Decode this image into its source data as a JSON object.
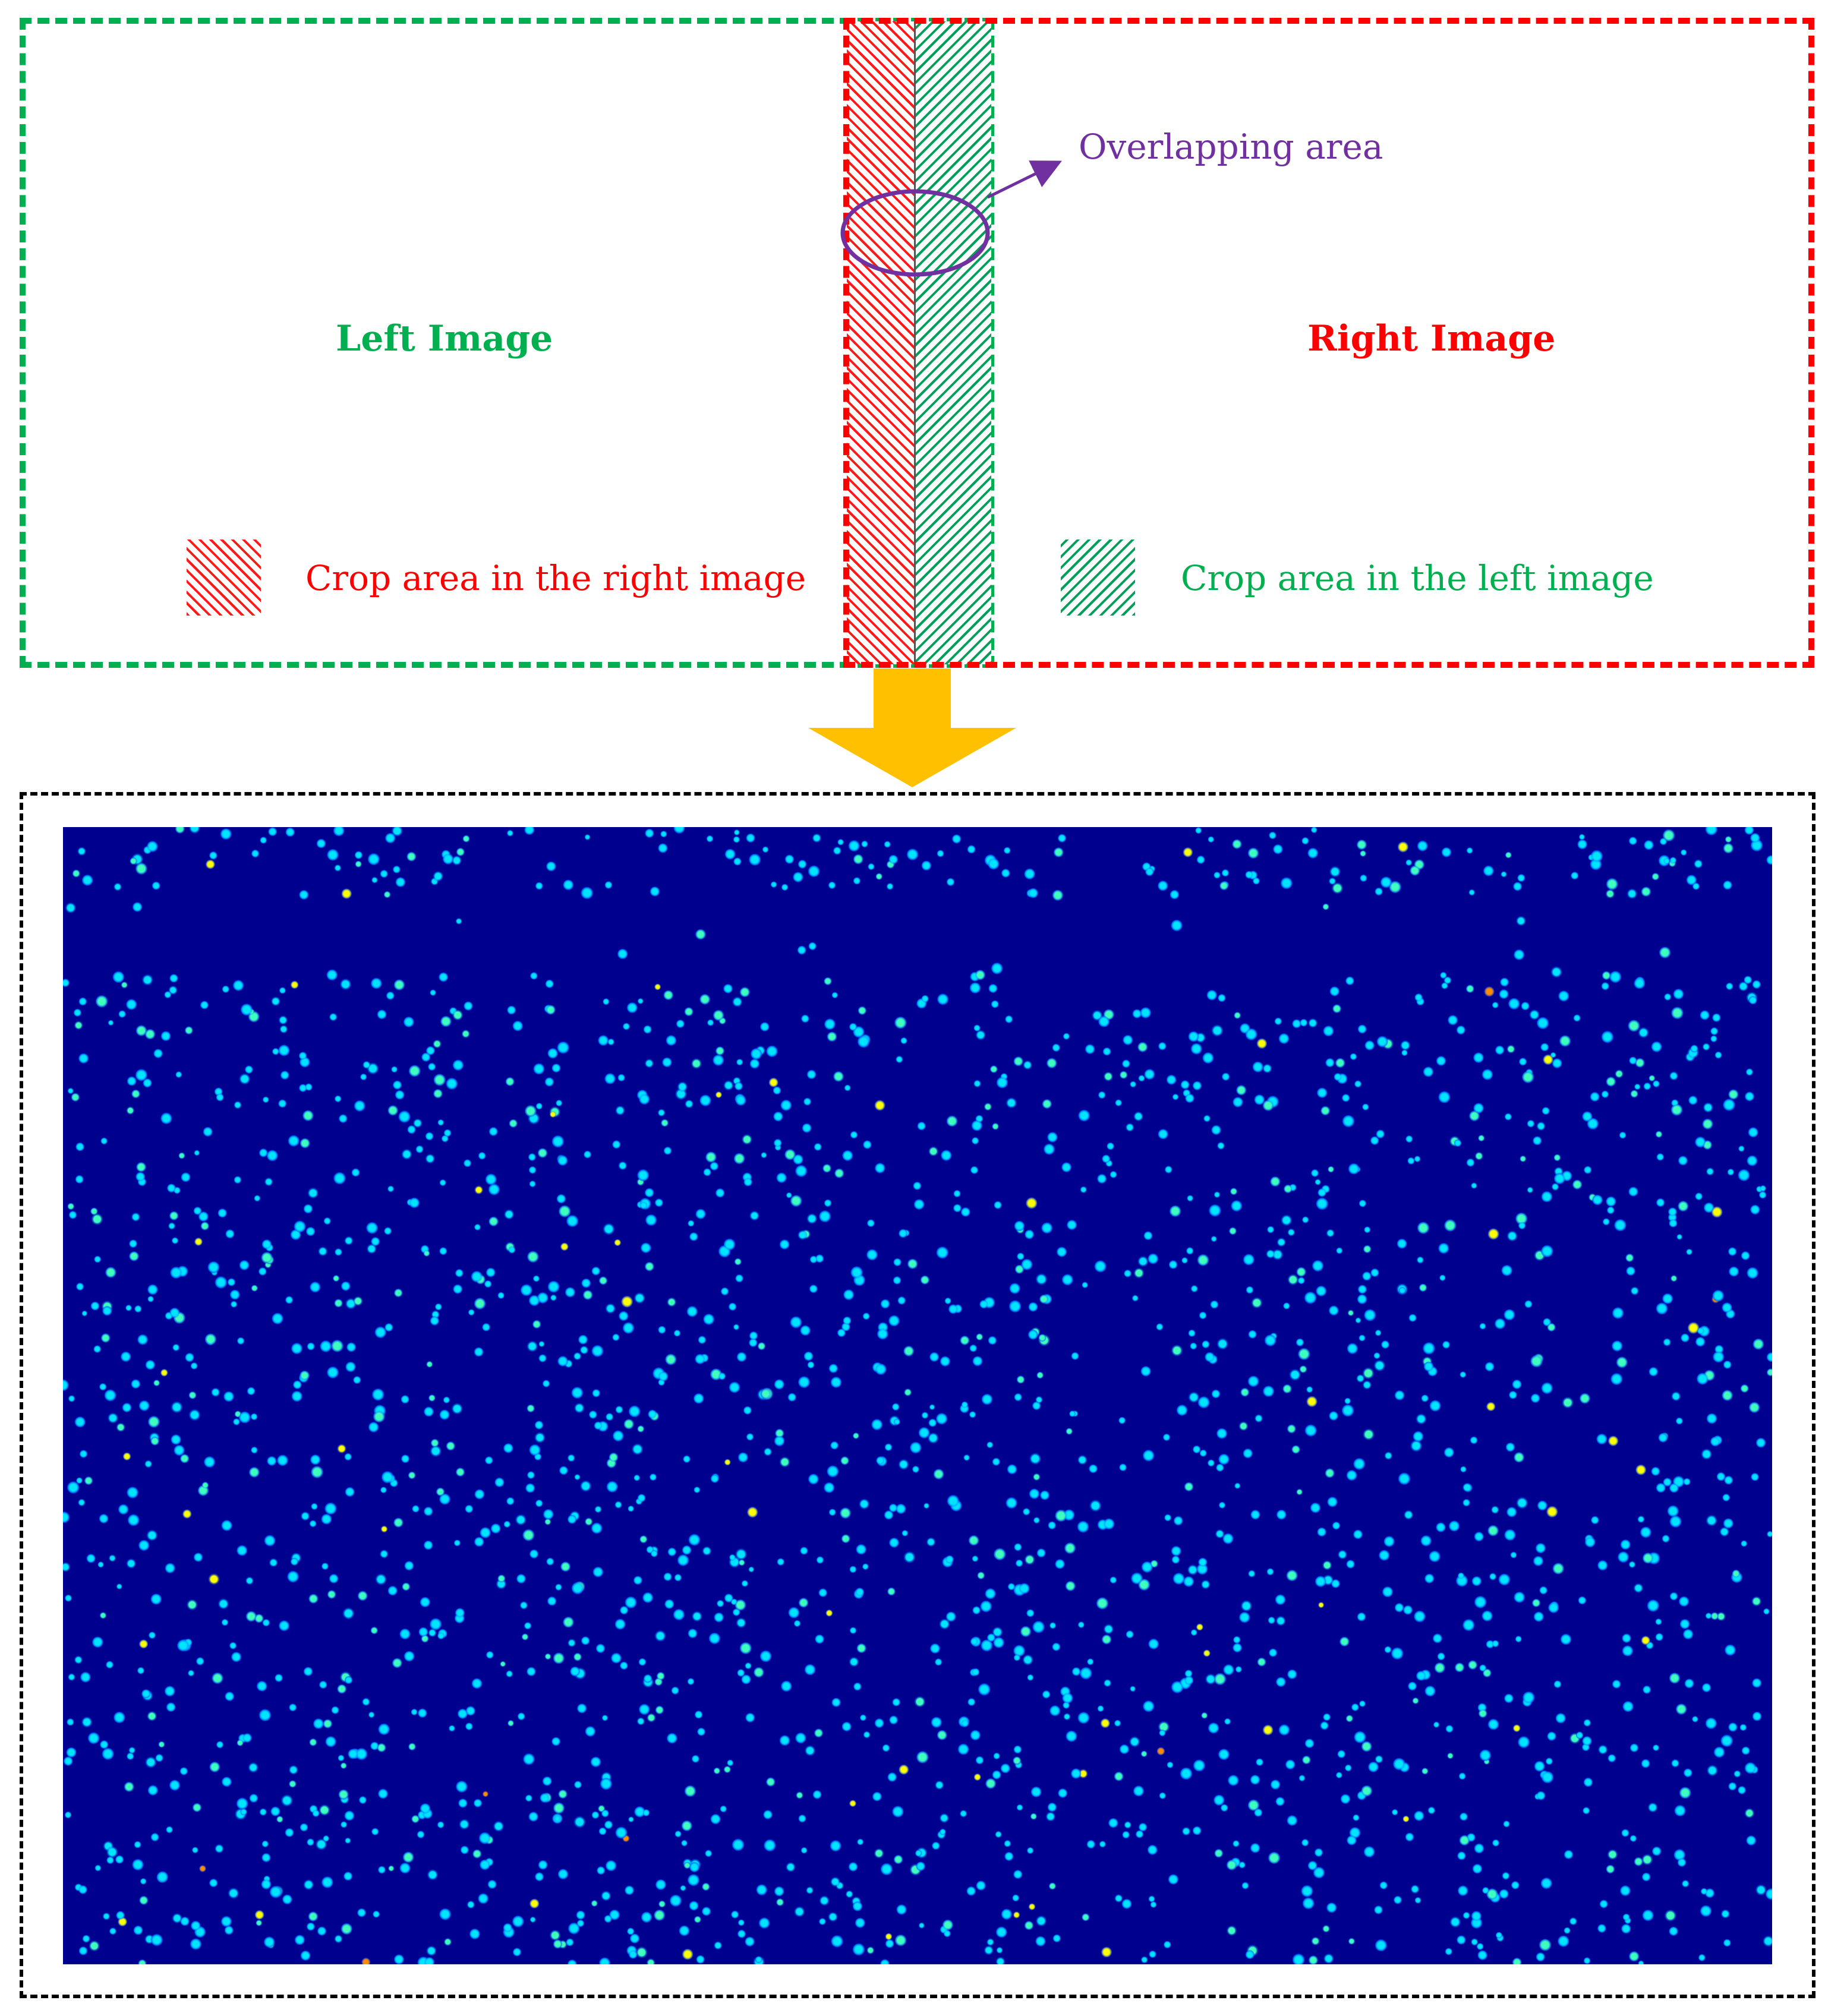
{
  "top_diagram": {
    "left_image_title": "Left Image",
    "right_image_title": "Right Image",
    "overlap_label": "Overlapping area",
    "legend": {
      "red_crop_label": "Crop area in the right image",
      "green_crop_label": "Crop area in the left image"
    }
  },
  "colors": {
    "left_image": "#00b050",
    "right_image": "#ff0000",
    "overlap_marker": "#7030a0",
    "flow_arrow": "#ffc000",
    "result_frame": "#000000",
    "heatmap_background": "#00008f",
    "heatmap_points": [
      "#00e5ff",
      "#3fffbf",
      "#ffff00",
      "#ff8c00"
    ]
  },
  "icons": {
    "flow_arrow": "down-arrow-icon",
    "overlap_arrow": "pointer-arrow-icon"
  },
  "result_image": {
    "description_kind": "heatmap",
    "colormap": "jet"
  }
}
